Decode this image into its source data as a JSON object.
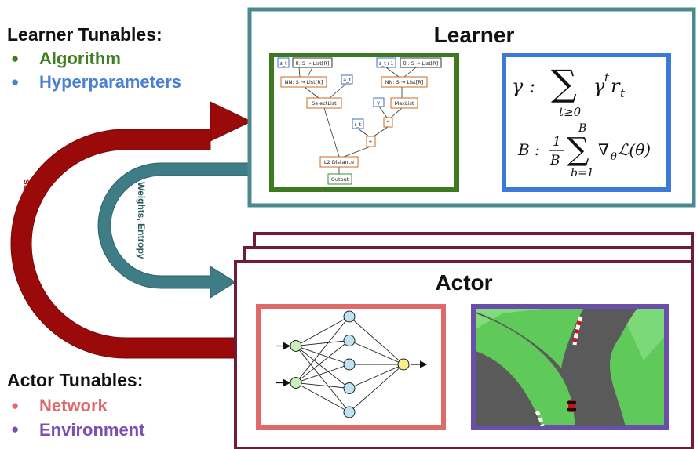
{
  "colors": {
    "learner_tunables_title": "#111111",
    "algorithm": "#3f7f1f",
    "hyperparameters": "#4a7fd4",
    "network": "#e06a6a",
    "environment": "#7a4fb0",
    "learner_frame": "#4a8a8f",
    "actor_frame": "#6f1c3c",
    "algorithm_box": "#3d7a1f",
    "hyperparam_box": "#3c7ad8",
    "network_box": "#e06a6a",
    "environment_box": "#6a4fa8",
    "arrow_red": "#9b0a0a",
    "arrow_teal": "#3f7d86",
    "track": "#5a5a5a",
    "grass": "#5fc95a"
  },
  "learner_tunables": {
    "title": "Learner Tunables:",
    "items": [
      "Algorithm",
      "Hyperparameters"
    ],
    "bullet": "●"
  },
  "actor_tunables": {
    "title": "Actor Tunables:",
    "items": [
      "Network",
      "Environment"
    ],
    "bullet": "●"
  },
  "learner": {
    "title": "Learner"
  },
  "actor": {
    "title": "Actor"
  },
  "arrows": {
    "red_label": "Rewards, States, Actions",
    "teal_label": "Weights, Entropy"
  },
  "algorithm_graph": {
    "nodes": [
      {
        "id": "st",
        "label": "s_t"
      },
      {
        "id": "theta",
        "label": "θ: S → List[R]"
      },
      {
        "id": "st1",
        "label": "s_t+1"
      },
      {
        "id": "thetap",
        "label": "θ': S → List[R]"
      },
      {
        "id": "nn1",
        "label": "NN: S → List[R]"
      },
      {
        "id": "at",
        "label": "a_t"
      },
      {
        "id": "nn2",
        "label": "NN: S → List[R]"
      },
      {
        "id": "select",
        "label": "SelectList"
      },
      {
        "id": "gamma",
        "label": "γ"
      },
      {
        "id": "maxlist",
        "label": "MaxList"
      },
      {
        "id": "mul",
        "label": "*"
      },
      {
        "id": "rt",
        "label": "r_t"
      },
      {
        "id": "add",
        "label": "+"
      },
      {
        "id": "l2",
        "label": "L2 Distance"
      },
      {
        "id": "output",
        "label": "Output"
      }
    ]
  },
  "hyperparameters_math": {
    "line1_lhs": "γ :",
    "line1_sum": "∑",
    "line1_term": "γ",
    "line1_sup": "t",
    "line1_r": "r",
    "line1_rsub": "t",
    "line1_sub": "t≥0",
    "line2_lhs": "B :",
    "line2_frac_num": "1",
    "line2_frac_den": "B",
    "line2_sum": "∑",
    "line2_sum_top": "B",
    "line2_sum_bottom": "b=1",
    "line2_term": "∇",
    "line2_term_sub": "θ",
    "line2_term_rest": "ℒ(θ)"
  },
  "network_graph": {
    "layers": [
      2,
      5,
      1
    ]
  },
  "environment_scene": {
    "car_color": "#cc1111"
  }
}
